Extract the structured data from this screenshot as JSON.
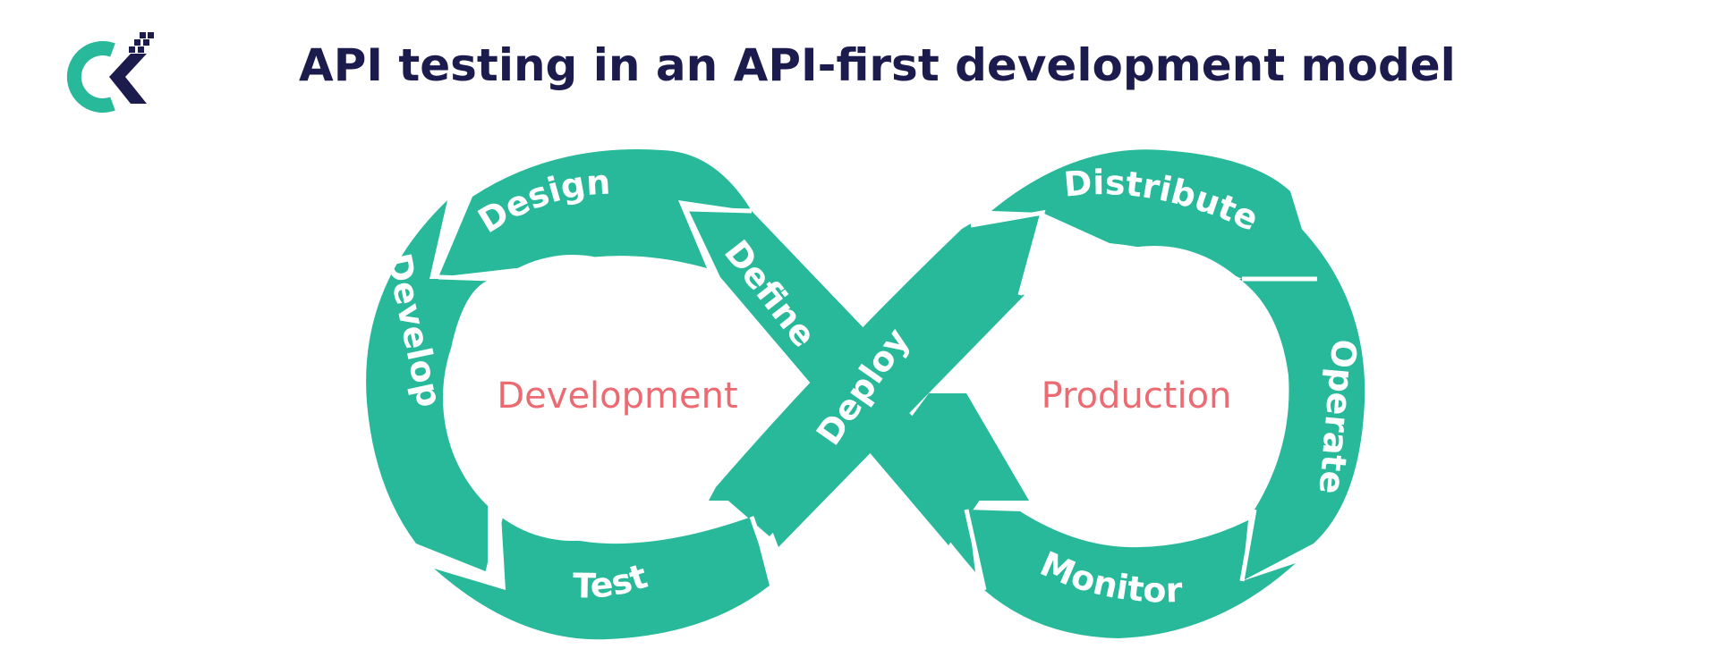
{
  "title": "API testing in an API-first development model",
  "logo": {
    "icon": "ck-logo-icon",
    "colors": {
      "teal": "#27b99a",
      "navy": "#1c1b4d"
    }
  },
  "colors": {
    "loop": "#27b99a",
    "loop_dark": "#1f9c82",
    "phase_text": "#ec6b72",
    "stage_text": "#ffffff",
    "title_text": "#1c1b4d"
  },
  "phases": {
    "development": "Development",
    "production": "Production"
  },
  "stages": {
    "design": "Design",
    "define": "Define",
    "develop": "Develop",
    "test": "Test",
    "deploy": "Deploy",
    "distribute": "Distribute",
    "operate": "Operate",
    "monitor": "Monitor"
  }
}
